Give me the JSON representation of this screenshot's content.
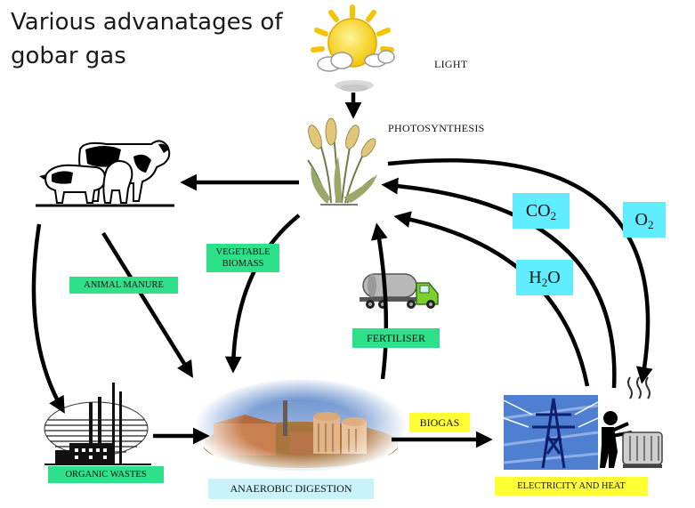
{
  "title": "Various advanatages of gobar gas",
  "labels": {
    "light": "LIGHT",
    "photosynthesis": "PHOTOSYNTHESIS",
    "vegetable_biomass": "VEGETABLE BIOMASS",
    "animal_manure": "ANIMAL MANURE",
    "fertiliser": "FERTILISER",
    "organic_wastes": "ORGANIC WASTES",
    "anaerobic_digestion": "ANAEROBIC DIGESTION",
    "biogas": "BIOGAS",
    "electricity_and_heat": "ELECTRICITY AND HEAT"
  },
  "gases": {
    "co2": {
      "base": "CO",
      "sub": "2"
    },
    "o2": {
      "base": "O",
      "sub": "2"
    },
    "h2o": {
      "base": "H",
      "sub": "2",
      "tail": "O"
    }
  },
  "icons": [
    "sun-icon",
    "wheat-plant-icon",
    "livestock-icon",
    "tanker-truck-icon",
    "power-plant-icon",
    "biogas-plant-icon",
    "power-pylon-icon",
    "person-heater-icon"
  ],
  "colors": {
    "green_tag": "#2ee08a",
    "yellow_tag": "#ffff33",
    "gas_tag": "#60eeff",
    "pale_tag": "#c9f3fb",
    "arrow": "#000000"
  }
}
